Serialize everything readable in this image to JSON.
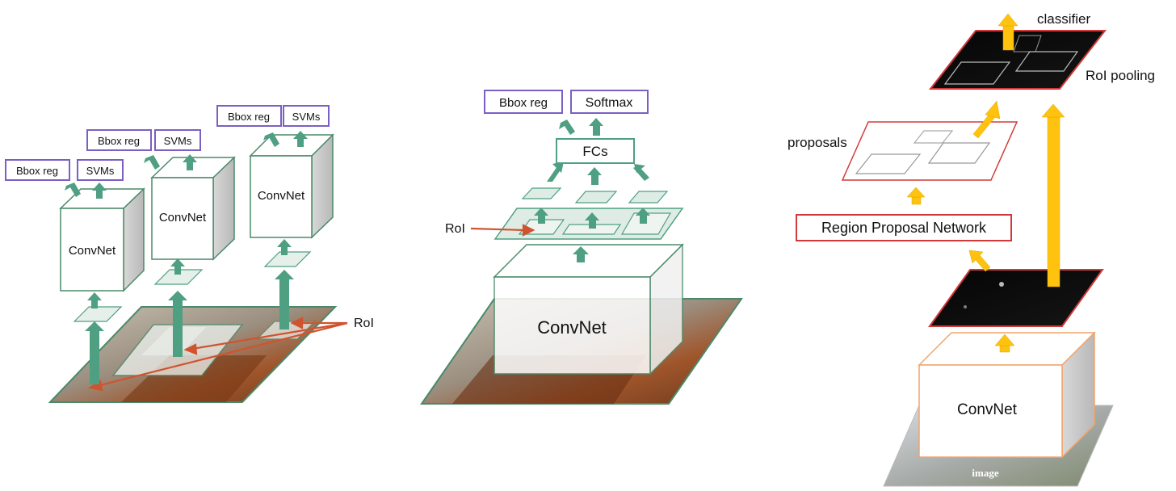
{
  "panel_a": {
    "heads": [
      {
        "bbox": "Bbox reg",
        "cls": "SVMs"
      },
      {
        "bbox": "Bbox reg",
        "cls": "SVMs"
      },
      {
        "bbox": "Bbox reg",
        "cls": "SVMs"
      }
    ],
    "convnets": [
      "ConvNet",
      "ConvNet",
      "ConvNet"
    ],
    "roi": "RoI"
  },
  "panel_b": {
    "bbox": "Bbox reg",
    "softmax": "Softmax",
    "fcs": "FCs",
    "roi": "RoI",
    "convnet": "ConvNet"
  },
  "panel_c": {
    "classifier": "classifier",
    "roi_pooling": "RoI pooling",
    "proposals": "proposals",
    "rpn": "Region Proposal Network",
    "convnet": "ConvNet",
    "image_caption": "image"
  },
  "colors": {
    "teal_arrow": "#4f9f82",
    "purple_box": "#7b5fc2",
    "red_box": "#d23a3a",
    "orange_box": "#f2a46a",
    "yellow_arrow": "#ffc20e",
    "roi_arrow": "#d0532f"
  }
}
